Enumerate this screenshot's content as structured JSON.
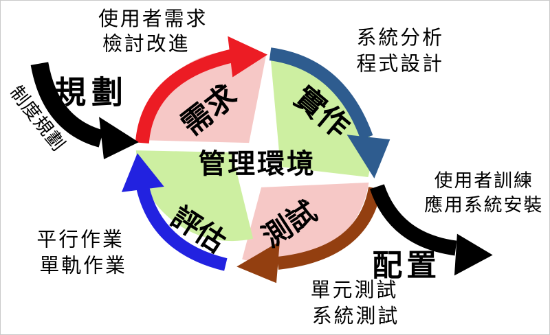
{
  "cycle": {
    "center_label": "管理環境",
    "center_label_color": "#C62300",
    "quadrants": {
      "needs": {
        "label": "需求",
        "fill": "#F6C8C6",
        "arrow_color": "#EC1C24"
      },
      "implement": {
        "label": "實作",
        "fill": "#CDEFA1",
        "arrow_color": "#2E5C8F"
      },
      "test": {
        "label": "測試",
        "fill": "#F6C8C6",
        "arrow_color": "#933F10"
      },
      "evaluate": {
        "label": "評估",
        "fill": "#CDEFA1",
        "arrow_color": "#2222E0"
      }
    }
  },
  "entry_arrow": {
    "label": "規劃",
    "sublabel": "制度規劃",
    "color": "#000000"
  },
  "exit_arrow": {
    "label": "配置",
    "color": "#000000"
  },
  "annotations": {
    "planning_note": {
      "line1": "使用者需求",
      "line2": "檢討改進"
    },
    "implement_note": {
      "line1": "系統分析",
      "line2": "程式設計"
    },
    "deploy_note": {
      "line1": "使用者訓練",
      "line2": "應用系統安裝"
    },
    "test_note": {
      "line1": "單元測試",
      "line2": "系統測試"
    },
    "evaluate_note": {
      "line1": "平行作業",
      "line2": "單軌作業"
    }
  }
}
